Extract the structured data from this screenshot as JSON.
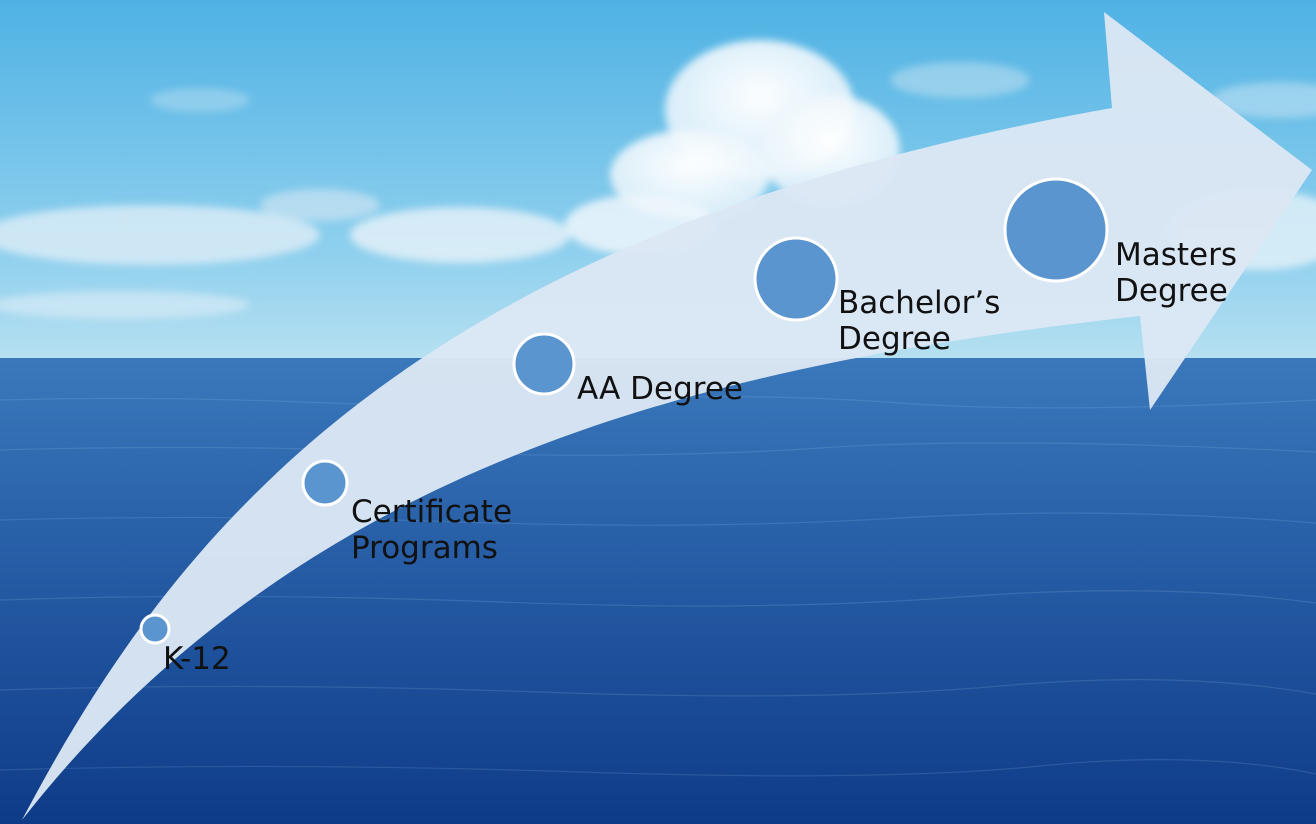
{
  "diagram": {
    "stages": [
      {
        "label": "K-12"
      },
      {
        "label": "Certificate\nPrograms"
      },
      {
        "label": "AA Degree"
      },
      {
        "label": "Bachelor’s\nDegree"
      },
      {
        "label": "Masters\nDegree"
      }
    ]
  },
  "colors": {
    "sky_top": "#55b6e6",
    "sky_bottom": "#a9dbef",
    "sea_top": "#3570b4",
    "sea_bottom": "#0f3d8c",
    "arrow_fill": "#dbe6f4",
    "node_fill": "#5b95cf",
    "node_stroke": "#ffffff",
    "text": "#111111"
  }
}
